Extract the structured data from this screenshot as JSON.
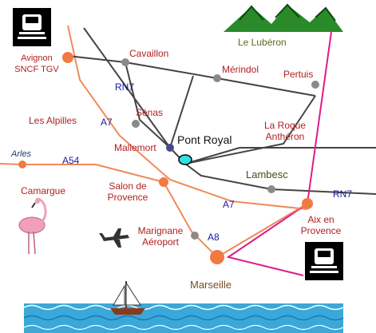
{
  "map": {
    "towns": {
      "avignon": "Avignon\nSNCF TGV",
      "cavaillon": "Cavaillon",
      "merindol": "Mérindol",
      "pertuis": "Pertuis",
      "senas": "Sénas",
      "mallemort": "Mallemort",
      "pont_royal": "Pont Royal",
      "la_roque": "La Roque\nAnthéron",
      "lambesc": "Lambesc",
      "salon": "Salon de\nProvence",
      "aix": "Aix en\nProvence",
      "marignane": "Marignane\nAéroport",
      "marseille": "Marseille",
      "arles": "Arles"
    },
    "regions": {
      "luberon": "Le Lubéron",
      "alpilles": "Les Alpilles",
      "camargue": "Camargue"
    },
    "roads": {
      "rn7_north": "RN7",
      "a7_north": "A7",
      "a54": "A54",
      "a7_south": "A7",
      "rn7_east": "RN7",
      "a8": "A8"
    },
    "colors": {
      "motorway": "#f08a5a",
      "national_road": "#444444",
      "rail": "#e01a8a",
      "town_dot": "#8a8a8a",
      "city_dot": "#f07a40",
      "pont_royal_marker": "#2ee0e8",
      "sea": "#3aa8d8"
    },
    "icons": [
      "train-station-icon",
      "mountain-icon",
      "flamingo-icon",
      "airplane-icon",
      "sailboat-icon"
    ]
  }
}
